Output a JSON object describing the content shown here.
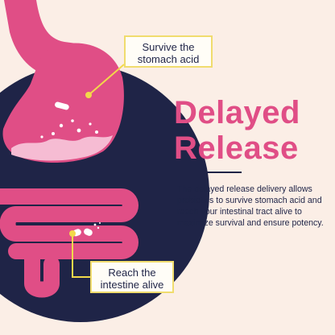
{
  "callouts": {
    "stomach": {
      "line1": "Survive the",
      "line2": "stomach acid"
    },
    "intestine": {
      "line1": "Reach the",
      "line2": "intestine alive"
    }
  },
  "headline": {
    "line1": "Delayed",
    "line2": "Release"
  },
  "description": "The delayed release delivery allows probiotics to survive stomach acid and reach your intestinal tract alive to maximize survival and ensure potency.",
  "colors": {
    "background": "#fbeee6",
    "navy": "#1f2447",
    "pink": "#e04e86",
    "light_pink": "#f6bcd3",
    "callout_border": "#f0dc6e",
    "pointer": "#f2d94a"
  }
}
